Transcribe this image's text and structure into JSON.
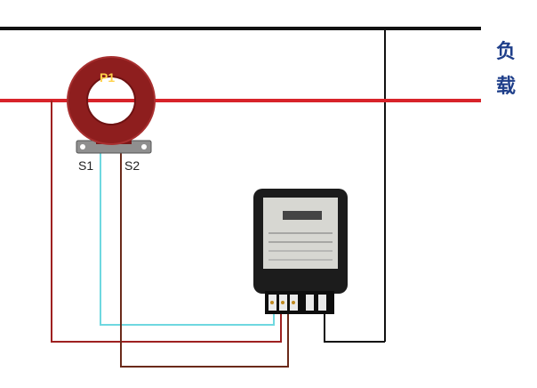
{
  "labels": {
    "ct_p1": "P1",
    "ct_s1": "S1",
    "ct_s2": "S2",
    "load_line1": "负",
    "load_line2": "载"
  },
  "colors": {
    "neutral_line": "#111111",
    "live_line": "#d8232a",
    "ct_body": "#8e1e1e",
    "secondary_s1": "#6fd8e0",
    "secondary_s2": "#6b2a1a",
    "meter_body": "#1c1c1c",
    "load_text": "#1f3f8a"
  },
  "icons": {
    "current_transformer": "current-transformer-icon",
    "energy_meter": "energy-meter-icon"
  }
}
